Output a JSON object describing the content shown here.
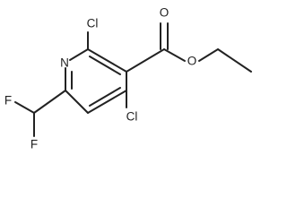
{
  "atoms": {
    "n": "N",
    "cl_top": "Cl",
    "cl_bottom": "Cl",
    "o_carbonyl": "O",
    "o_ester": "O",
    "f_upper": "F",
    "f_lower": "F"
  }
}
